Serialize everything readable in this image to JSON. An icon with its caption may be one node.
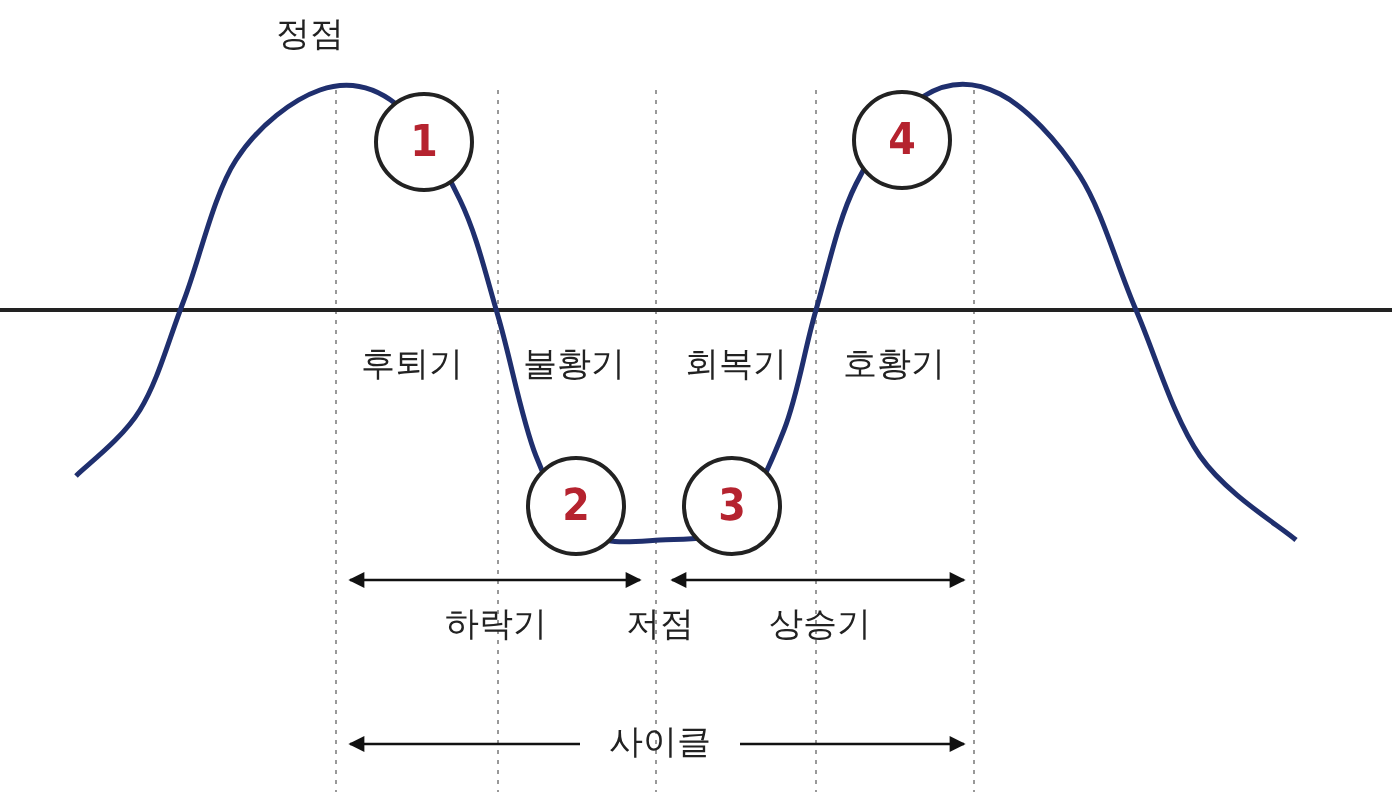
{
  "diagram": {
    "nodes": [
      {
        "text": [
          "1"
        ]
      },
      {
        "text": [
          "2"
        ]
      },
      {
        "text": [
          "3"
        ]
      },
      {
        "text": [
          "4"
        ]
      }
    ],
    "labels": [
      "정점",
      "후퇴기",
      "불황기",
      "회복기",
      "호황기",
      "하락기",
      "저점",
      "상승기",
      "사이클"
    ]
  }
}
